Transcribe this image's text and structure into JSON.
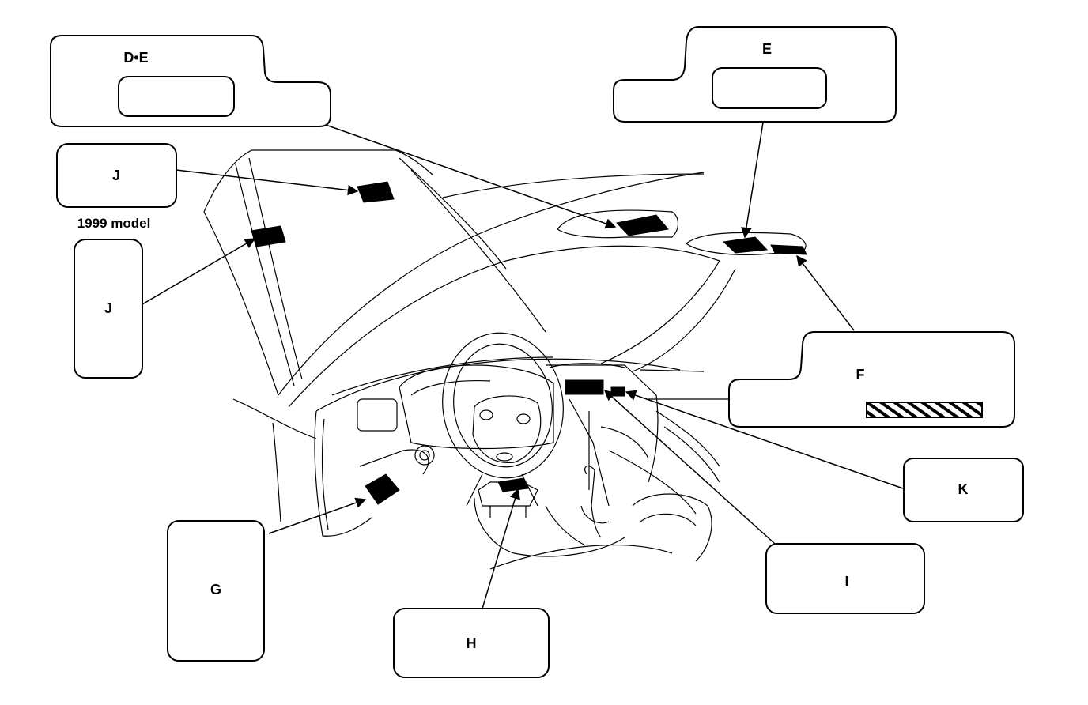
{
  "callouts": {
    "de": "D•E",
    "e": "E",
    "j_top": "J",
    "model_note": "1999 model",
    "j_left": "J",
    "f": "F",
    "g": "G",
    "h": "H",
    "i": "I",
    "k": "K"
  },
  "colors": {
    "ink": "#000000",
    "paper": "#ffffff"
  }
}
